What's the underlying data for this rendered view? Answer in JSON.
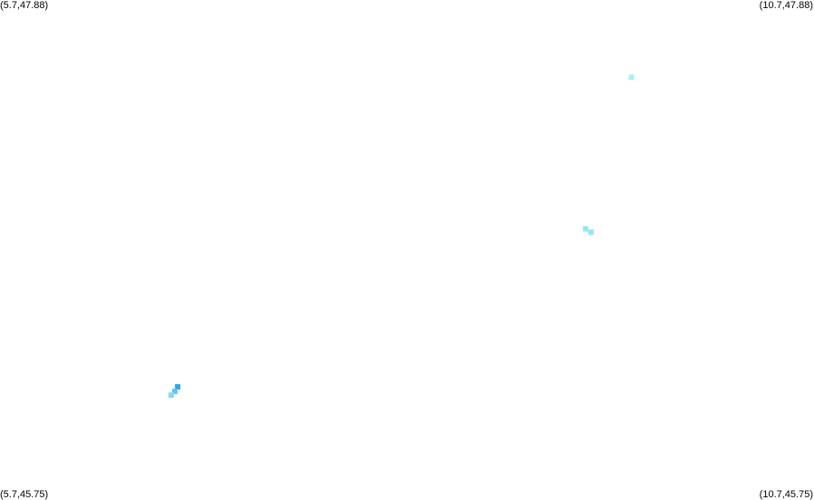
{
  "map": {
    "corner_labels": {
      "top_left": "(5.7,47.88)",
      "top_right": "(10.7,47.88)",
      "bottom_left": "(5.7,45.75)",
      "bottom_right": "(10.7,45.75)"
    },
    "bounds": {
      "lon_min": 5.7,
      "lon_max": 10.7,
      "lat_min": 45.75,
      "lat_max": 47.88
    },
    "points": [
      {
        "lon": 9.578,
        "lat": 47.551,
        "color": "#9df4fd"
      },
      {
        "lon": 9.297,
        "lat": 46.905,
        "color": "#8ee9fb"
      },
      {
        "lon": 9.33,
        "lat": 46.891,
        "color": "#8ee9fb"
      },
      {
        "lon": 6.791,
        "lat": 46.232,
        "color": "#27a7ef"
      },
      {
        "lon": 6.774,
        "lat": 46.213,
        "color": "#5cc7f3"
      },
      {
        "lon": 6.752,
        "lat": 46.197,
        "color": "#7fdbf8"
      }
    ]
  }
}
